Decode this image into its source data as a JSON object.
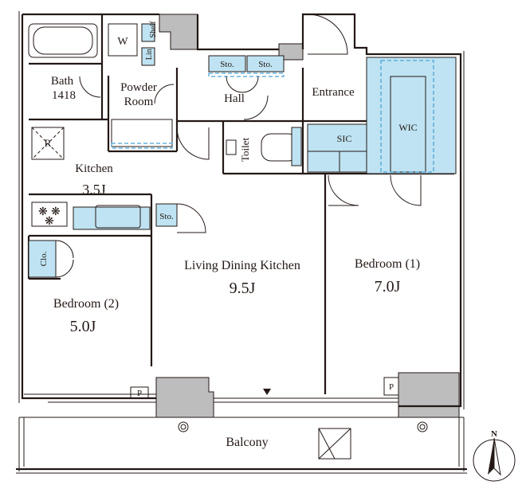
{
  "rooms": {
    "bath": {
      "line1": "Bath",
      "line2": "1418"
    },
    "washer": "W",
    "shelf": "Shelf",
    "linen": "Lin.",
    "powder_room": {
      "line1": "Powder",
      "line2": "Room"
    },
    "storage_a": "Sto.",
    "storage_b": "Sto.",
    "storage_c": "Sto.",
    "hall": "Hall",
    "entrance": "Entrance",
    "wic": "WIC",
    "sic": "SIC",
    "toilet": "Toilet",
    "refrigerator": "R",
    "kitchen": {
      "name": "Kitchen",
      "size": "3.5J"
    },
    "closet": "Clo.",
    "ldk": {
      "name": "Living Dining Kitchen",
      "size": "9.5J"
    },
    "bedroom1": {
      "name": "Bedroom (1)",
      "size": "7.0J"
    },
    "bedroom2": {
      "name": "Bedroom (2)",
      "size": "5.0J"
    },
    "pipe_space_left": "P",
    "pipe_space_right": "P",
    "balcony": "Balcony"
  },
  "compass": {
    "north": "N"
  },
  "colors": {
    "wall": "#231815",
    "fixture_fill": "#bfe3f2",
    "dashed_line": "#4aa3d6",
    "pillar": "#bdbdbd"
  }
}
